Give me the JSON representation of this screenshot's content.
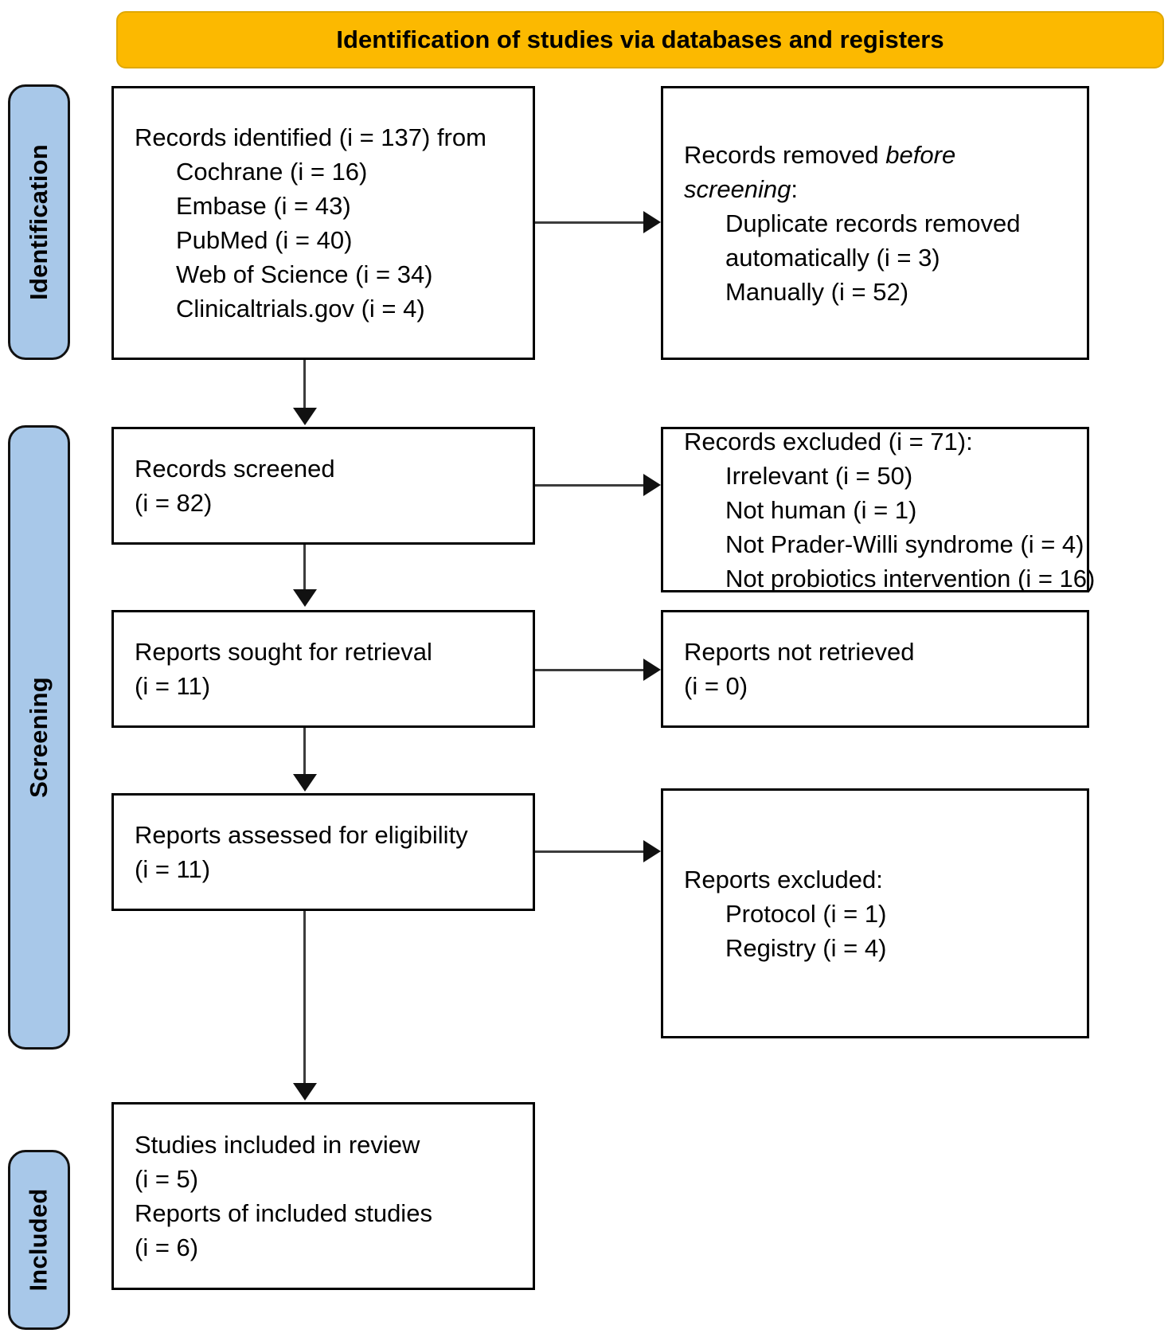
{
  "banner": {
    "title": "Identification of studies via databases and registers"
  },
  "stages": [
    {
      "id": "identification",
      "label": "Identification"
    },
    {
      "id": "screening",
      "label": "Screening"
    },
    {
      "id": "included",
      "label": "Included"
    }
  ],
  "boxes": {
    "records_identified": {
      "lines": [
        {
          "text": "Records identified (i = 137) from",
          "indent": false
        },
        {
          "text": "Cochrane (i = 16)",
          "indent": true
        },
        {
          "text": "Embase (i = 43)",
          "indent": true
        },
        {
          "text": "PubMed (i = 40)",
          "indent": true
        },
        {
          "text": "Web of Science (i = 34)",
          "indent": true
        },
        {
          "text": "Clinicaltrials.gov (i = 4)",
          "indent": true
        }
      ]
    },
    "records_removed": {
      "lines": [
        {
          "text": "Records removed ",
          "italic_text": "before",
          "indent": false
        },
        {
          "text": "",
          "italic_text": "screening",
          "suffix": ":",
          "indent": false
        },
        {
          "text": "Duplicate records removed",
          "indent": true
        },
        {
          "text": "automatically (i = 3)",
          "indent": true
        },
        {
          "text": "Manually (i = 52)",
          "indent": true
        }
      ]
    },
    "records_screened": {
      "lines": [
        {
          "text": "Records screened",
          "indent": false
        },
        {
          "text": "(i = 82)",
          "indent": false
        }
      ]
    },
    "records_excluded": {
      "lines": [
        {
          "text": "Records excluded (i = 71):",
          "indent": false
        },
        {
          "text": "Irrelevant (i = 50)",
          "indent": true
        },
        {
          "text": "Not human (i = 1)",
          "indent": true
        },
        {
          "text": "Not Prader-Willi syndrome (i = 4)",
          "indent": true
        },
        {
          "text": "Not probiotics intervention (i = 16)",
          "indent": true
        }
      ]
    },
    "reports_sought": {
      "lines": [
        {
          "text": "Reports sought for retrieval",
          "indent": false
        },
        {
          "text": "(i = 11)",
          "indent": false
        }
      ]
    },
    "reports_not_retrieved": {
      "lines": [
        {
          "text": "Reports not retrieved",
          "indent": false
        },
        {
          "text": "(i = 0)",
          "indent": false
        }
      ]
    },
    "reports_assessed": {
      "lines": [
        {
          "text": "Reports assessed for eligibility",
          "indent": false
        },
        {
          "text": "(i = 11)",
          "indent": false
        }
      ]
    },
    "reports_excluded": {
      "lines": [
        {
          "text": "Reports excluded:",
          "indent": false
        },
        {
          "text": "Protocol (i = 1)",
          "indent": true
        },
        {
          "text": "Registry (i = 4)",
          "indent": true
        }
      ]
    },
    "studies_included": {
      "lines": [
        {
          "text": "Studies included in review",
          "indent": false
        },
        {
          "text": "(i = 5)",
          "indent": false
        },
        {
          "text": "Reports of included studies",
          "indent": false
        },
        {
          "text": "(i = 6)",
          "indent": false
        }
      ]
    }
  },
  "colors": {
    "banner_fill": "#fcb900",
    "stage_fill": "#a8c8e9",
    "box_border": "#000000",
    "connector": "#3c3c3c"
  }
}
